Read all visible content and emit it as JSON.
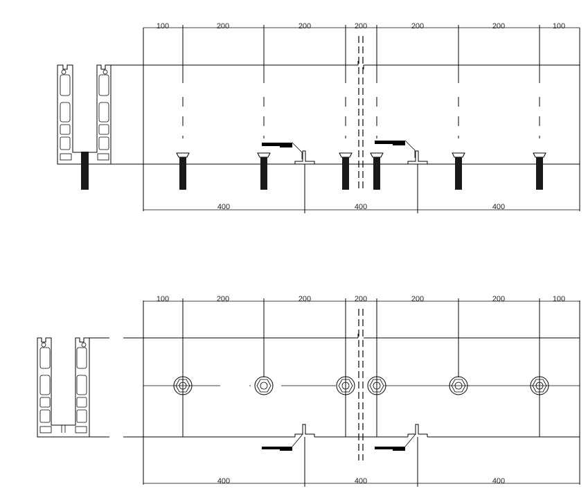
{
  "drawing": {
    "top_view": {
      "top_dimensions": [
        "100",
        "200",
        "200",
        "200",
        "200",
        "200",
        "100"
      ],
      "bottom_dimensions": [
        "400",
        "400",
        "400"
      ]
    },
    "bottom_view": {
      "top_dimensions": [
        "100",
        "200",
        "200",
        "200",
        "200",
        "200",
        "100"
      ],
      "bottom_dimensions": [
        "400",
        "400",
        "400"
      ]
    }
  }
}
